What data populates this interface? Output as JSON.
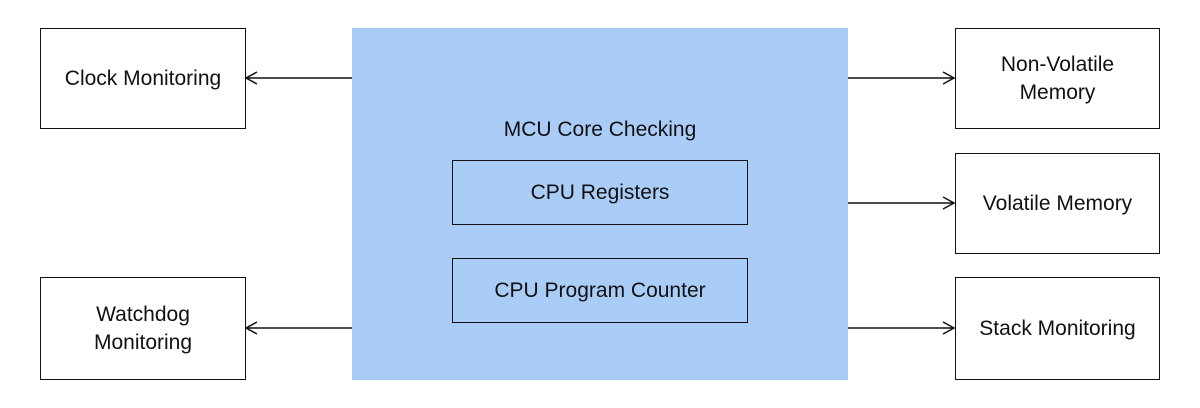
{
  "colors": {
    "core_fill": "#aacdf8",
    "stroke": "#111111",
    "background": "#ffffff"
  },
  "core": {
    "title": "MCU Core Checking",
    "inner_boxes": [
      "CPU Registers",
      "CPU Program Counter"
    ]
  },
  "left_boxes": [
    "Clock Monitoring",
    "Watchdog\nMonitoring"
  ],
  "right_boxes": [
    "Non-Volatile\nMemory",
    "Volatile Memory",
    "Stack Monitoring"
  ],
  "edges": [
    {
      "from": "MCU Core Checking",
      "to": "Clock Monitoring"
    },
    {
      "from": "MCU Core Checking",
      "to": "Watchdog Monitoring"
    },
    {
      "from": "MCU Core Checking",
      "to": "Non-Volatile Memory"
    },
    {
      "from": "MCU Core Checking",
      "to": "Volatile Memory"
    },
    {
      "from": "MCU Core Checking",
      "to": "Stack Monitoring"
    }
  ]
}
